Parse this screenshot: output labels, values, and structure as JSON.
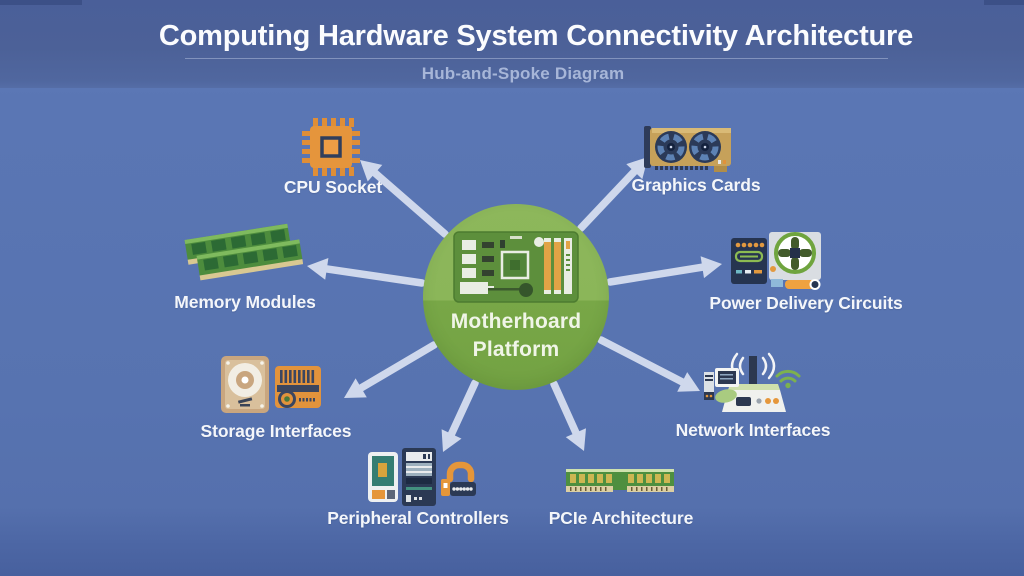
{
  "header": {
    "title": "Computing Hardware System Connectivity Architecture",
    "subtitle": "Hub-and-Spoke Diagram"
  },
  "hub": {
    "line1": "Motherhoard",
    "line2": "Platform",
    "icon": "motherboard-illustration"
  },
  "nodes": [
    {
      "label": "CPU Socket",
      "icon": "cpu-chip-icon"
    },
    {
      "label": "Graphics Cards",
      "icon": "gpu-card-icon"
    },
    {
      "label": "Memory Modules",
      "icon": "ram-sticks-icon"
    },
    {
      "label": "Power Delivery Circuits",
      "icon": "power-supply-icon"
    },
    {
      "label": "Storage Interfaces",
      "icon": "hard-drive-icon"
    },
    {
      "label": "Network Interfaces",
      "icon": "router-wifi-icon"
    },
    {
      "label": "Peripheral Controllers",
      "icon": "peripheral-devices-icon"
    },
    {
      "label": "PCIe Architecture",
      "icon": "pcie-slot-icon"
    }
  ],
  "colors": {
    "background": "#5773b0",
    "header_band": "#4c6198",
    "hub_green_top": "#8bb659",
    "hub_green_bottom": "#76a546",
    "arrow": "#cfd8ec",
    "accent_orange": "#e5963a",
    "accent_green": "#4e8f3f",
    "label_text": "#f4f6fa",
    "subtitle_text": "#a7b6d8"
  }
}
